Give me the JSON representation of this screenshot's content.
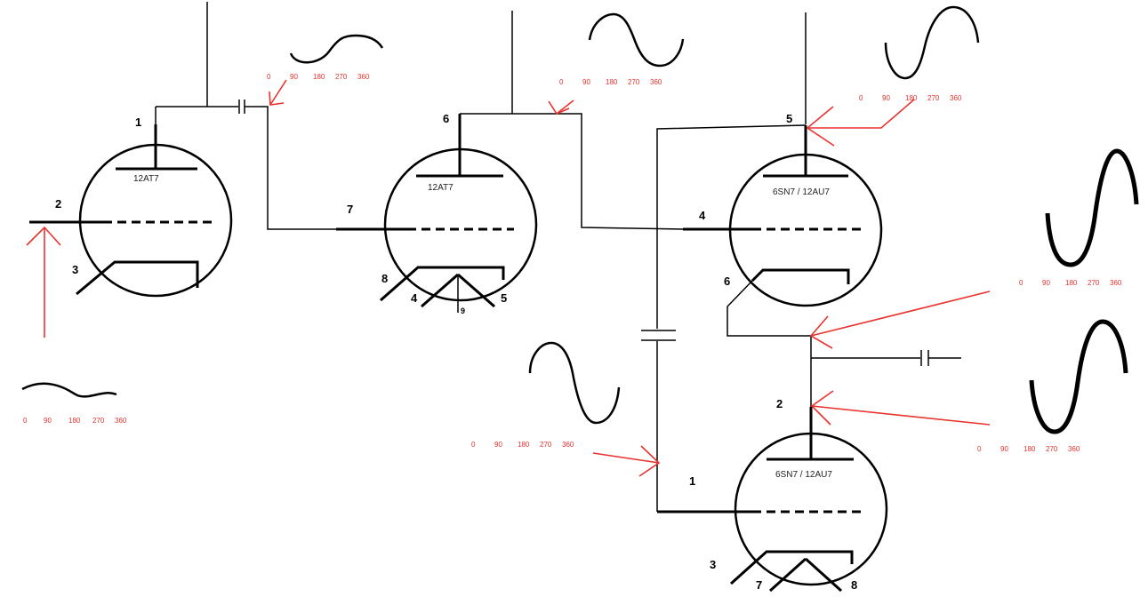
{
  "tubes": [
    {
      "label": "12AT7",
      "pins": {
        "plate": "1",
        "grid": "2",
        "cathode": "3"
      }
    },
    {
      "label": "12AT7",
      "pins": {
        "plate": "6",
        "grid": "7",
        "heater_a": "8",
        "heater_b": "4",
        "heater_c": "5",
        "center_tap": "9"
      }
    },
    {
      "label": "6SN7 / 12AU7",
      "pins": {
        "plate": "5",
        "grid": "4",
        "cathode": "6"
      }
    },
    {
      "label": "6SN7 / 12AU7",
      "pins": {
        "plate": "2",
        "grid": "1",
        "cathode": "3",
        "heater_a": "7",
        "heater_b": "8"
      }
    }
  ],
  "phase_scales": {
    "input": [
      "0",
      "90",
      "180",
      "270",
      "360"
    ],
    "stage1_out": [
      "0",
      "90",
      "180",
      "270",
      "360"
    ],
    "stage2_out": [
      "0",
      "90",
      "180",
      "270",
      "360"
    ],
    "upper_plate": [
      "0",
      "90",
      "180",
      "270",
      "360"
    ],
    "lower_grid": [
      "0",
      "90",
      "180",
      "270",
      "360"
    ],
    "cathode_junction": [
      "0",
      "90",
      "180",
      "270",
      "360"
    ],
    "lower_plate": [
      "0",
      "90",
      "180",
      "270",
      "360"
    ]
  },
  "colors": {
    "arrow": "#e8322d",
    "ink": "#000000"
  }
}
